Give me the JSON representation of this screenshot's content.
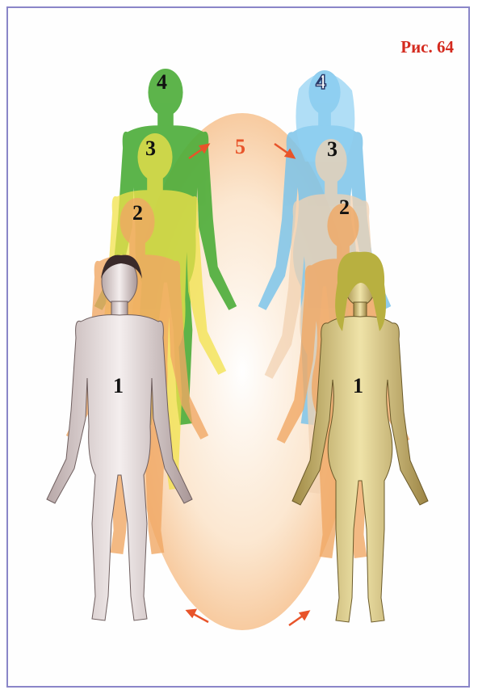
{
  "figure_label": "Рис. 64",
  "markers": {
    "left": [
      "1",
      "2",
      "3",
      "4"
    ],
    "right": [
      "1",
      "2",
      "3",
      "4"
    ],
    "center": "5"
  },
  "colors": {
    "frame": "#8a86c8",
    "label": "#d42a1e",
    "aura_ellipse": "#f7c79a",
    "arrows": "#e8542a",
    "male_body_1": "#e6dcdc",
    "male_body_2": "#f0a864",
    "male_body_3": "#f2e24a",
    "male_body_4": "#4fae3c",
    "female_body_1": "#d9c783",
    "female_body_2": "#f0a864",
    "female_body_3": "#f1d2b2",
    "female_body_4": "#7cc4ea"
  }
}
